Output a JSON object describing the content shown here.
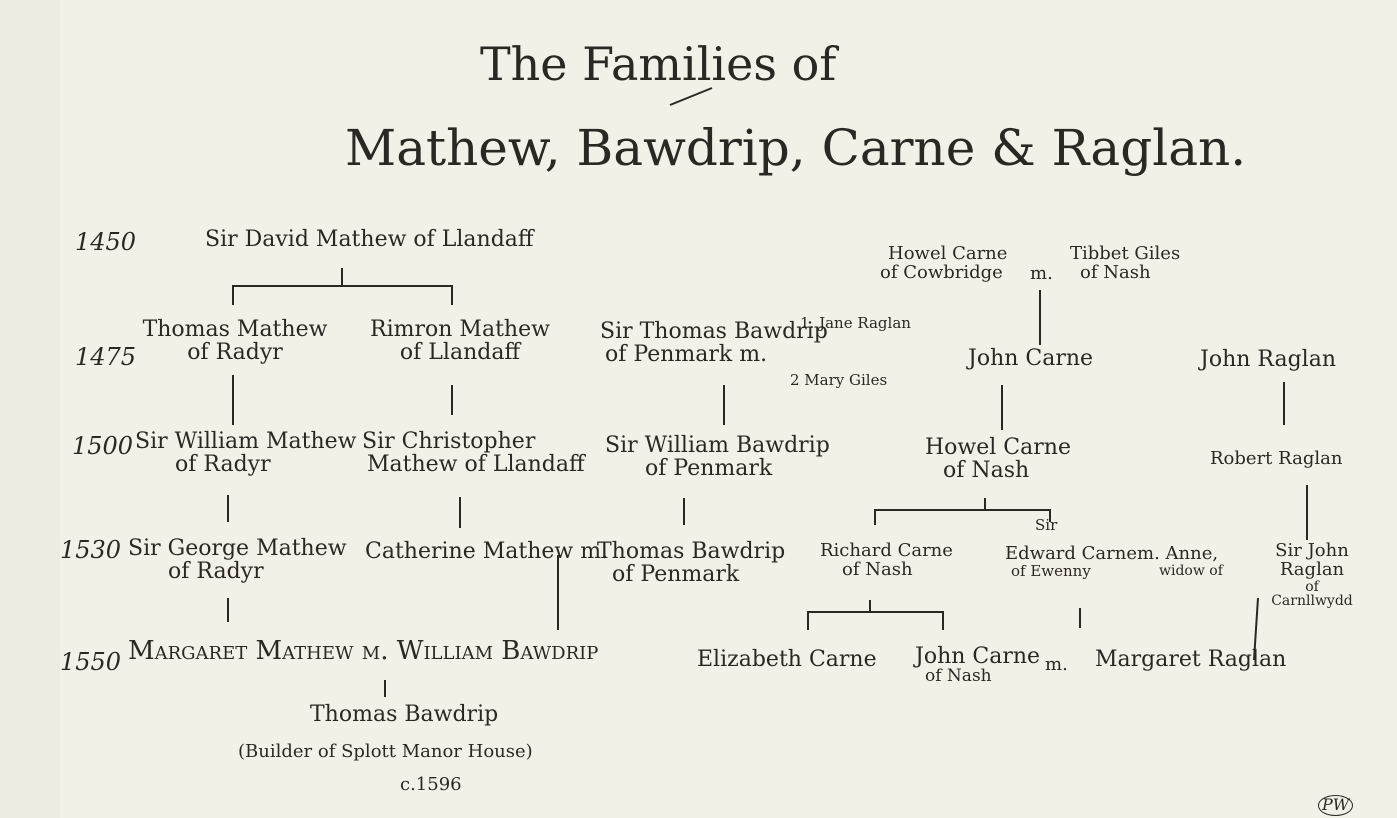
{
  "title": {
    "line1": "The Families of",
    "line2": "Mathew, Bawdrip, Carne & Raglan."
  },
  "years": [
    "1450",
    "1475",
    "1500",
    "1530",
    "1550"
  ],
  "mathew": {
    "david": "Sir David Mathew of Llandaff",
    "thomas": [
      "Thomas Mathew",
      "of Radyr"
    ],
    "rimron": [
      "Rimron Mathew",
      "of Llandaff"
    ],
    "william": [
      "Sir William Mathew",
      "of Radyr"
    ],
    "christopher": [
      "Sir Christopher",
      "Mathew of Llandaff"
    ],
    "george": [
      "Sir George Mathew",
      "of Radyr"
    ],
    "catherine": "Catherine Mathew m.",
    "margaret_marriage": "Margaret Mathew m. William Bawdrip",
    "thomas_bawdrip": "Thomas Bawdrip",
    "builder_note": "(Builder of Splott Manor House)",
    "date": "c.1596"
  },
  "bawdrip": {
    "sir_thomas": [
      "Sir Thomas Bawdrip",
      "of Penmark  m."
    ],
    "wife1": "1. Jane Raglan",
    "wife2": "2 Mary Giles",
    "sir_william": [
      "Sir William Bawdrip",
      "of Penmark"
    ],
    "thomas": [
      "Thomas Bawdrip",
      "of Penmark"
    ]
  },
  "carne": {
    "howel_cowbridge": [
      "Howel Carne",
      "of Cowbridge"
    ],
    "m": "m.",
    "tibbet": [
      "Tibbet Giles",
      "of Nash"
    ],
    "john": "John Carne",
    "howel_nash": [
      "Howel Carne",
      "of Nash"
    ],
    "richard": [
      "Richard Carne",
      "of Nash"
    ],
    "edward_title": "Sir",
    "edward": [
      "Edward Carne",
      "of Ewenny"
    ],
    "anne": [
      "m. Anne,",
      "widow of"
    ],
    "elizabeth": "Elizabeth Carne",
    "john_nash": [
      "John Carne",
      "of Nash"
    ],
    "m2": "m.",
    "margaret_raglan": "Margaret Raglan"
  },
  "raglan": {
    "john": "John Raglan",
    "robert": "Robert Raglan",
    "sir_john": [
      "Sir John",
      "Raglan",
      "of",
      "Carnllwydd"
    ]
  },
  "monogram": "PW"
}
